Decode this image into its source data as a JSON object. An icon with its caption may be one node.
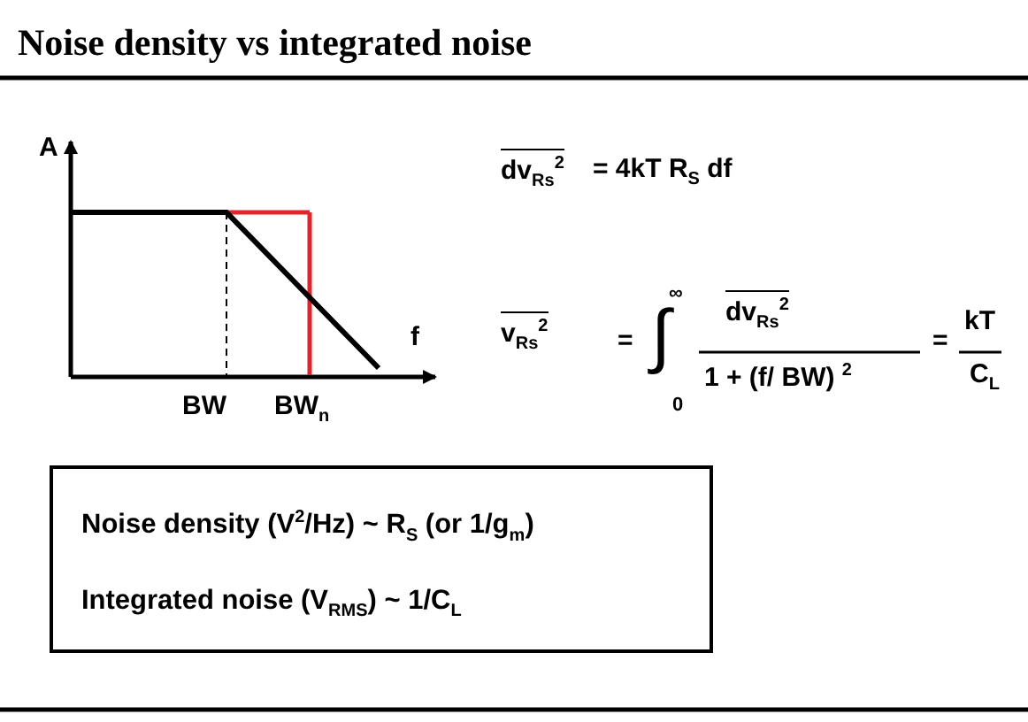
{
  "diagram": {
    "title": "Noise density vs integrated noise",
    "nodes": [
      {
        "text": [
          "Noise density  (V$^{2}$/Hz)  ~  R$_{S}$  (or 1/g$_{m}$)",
          "Integrated noise (V$_{RMS}$)  ~  1/C$_{L}$"
        ]
      }
    ],
    "edges": [],
    "labels": [
      "A",
      "dv$_{Rs}$$^{2}$",
      "= 4kT R$_{S}$ df",
      "f",
      "∞",
      "v$_{Rs}$$^{2}$",
      "dv$_{Rs}$$^{2}$",
      "∫",
      "=",
      "=",
      "kT",
      "1 + (f/ BW) $^{2}$",
      "C$_{L}$",
      "BW",
      "BW$_{n}$",
      "0"
    ]
  }
}
